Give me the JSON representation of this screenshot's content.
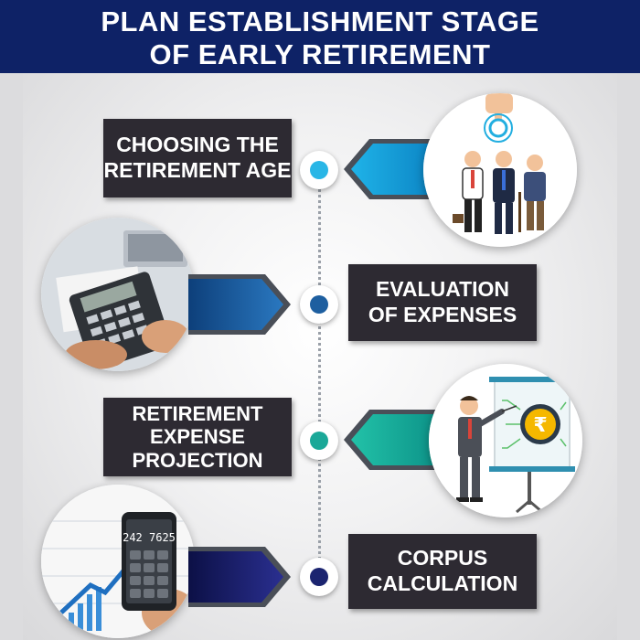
{
  "header": {
    "line1": "PLAN ESTABLISHMENT STAGE",
    "line2": "OF EARLY RETIREMENT"
  },
  "stages": [
    {
      "lines": [
        "CHOOSING THE",
        "RETIREMENT AGE"
      ],
      "color": "#29b6e6",
      "illustration": "business-people-icon"
    },
    {
      "lines": [
        "EVALUATION",
        "OF EXPENSES"
      ],
      "color": "#1e5fa0",
      "illustration": "calculator-photo"
    },
    {
      "lines": [
        "RETIREMENT",
        "EXPENSE",
        "PROJECTION"
      ],
      "color": "#1aa898",
      "illustration": "rupee-presentation-icon"
    },
    {
      "lines": [
        "CORPUS",
        "CALCULATION"
      ],
      "color": "#1b2470",
      "illustration": "phone-calculator-photo"
    }
  ],
  "phone": {
    "display": "242 7625"
  }
}
